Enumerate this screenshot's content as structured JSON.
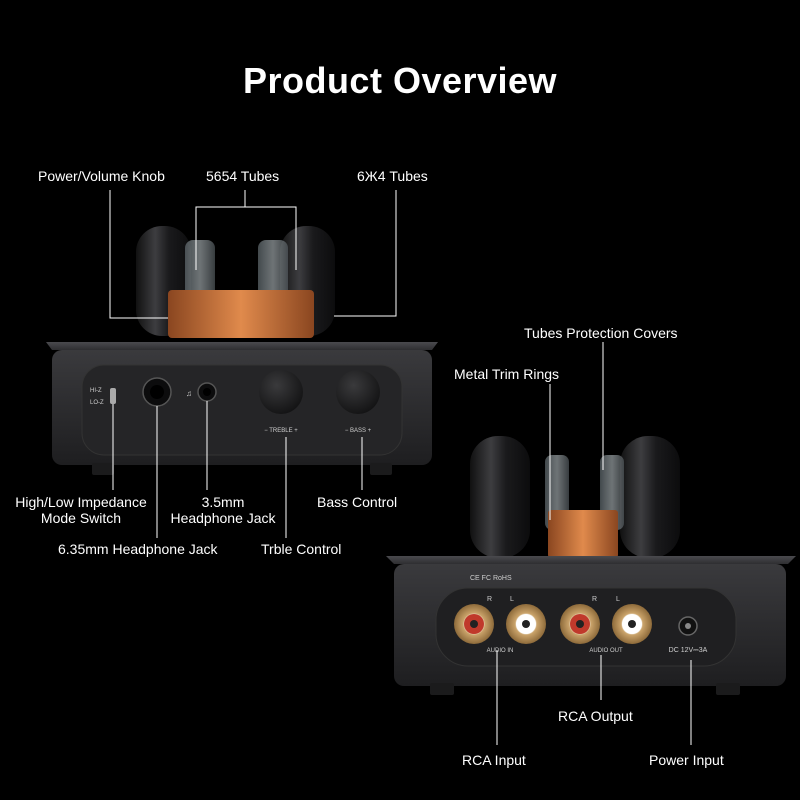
{
  "title": "Product Overview",
  "labels": {
    "power_volume_knob": "Power/Volume Knob",
    "tubes_5654": "5654 Tubes",
    "tubes_6zh4": "6Ж4 Tubes",
    "tubes_protection_covers": "Tubes Protection Covers",
    "metal_trim_rings": "Metal Trim Rings",
    "impedance_switch_line1": "High/Low Impedance",
    "impedance_switch_line2": "Mode Switch",
    "headphone_35_line1": "3.5mm",
    "headphone_35_line2": "Headphone Jack",
    "bass_control": "Bass Control",
    "headphone_635": "6.35mm Headphone Jack",
    "treble_control": "Trble Control",
    "rca_output": "RCA Output",
    "rca_input": "RCA Input",
    "power_input": "Power Input"
  },
  "device_markings": {
    "hi_z": "HI-Z",
    "lo_z": "LO-Z",
    "treble": "− TREBLE +",
    "bass": "− BASS +",
    "certs": "CE FC RoHS",
    "audio_in": "AUDIO IN",
    "audio_out": "AUDIO OUT",
    "dc_rating": "DC 12V⎓3A",
    "r": "R",
    "l": "L"
  },
  "colors": {
    "background": "#000000",
    "chassis": "#2b2b2d",
    "copper": "#c9703a",
    "leader_line": "#ffffff"
  }
}
